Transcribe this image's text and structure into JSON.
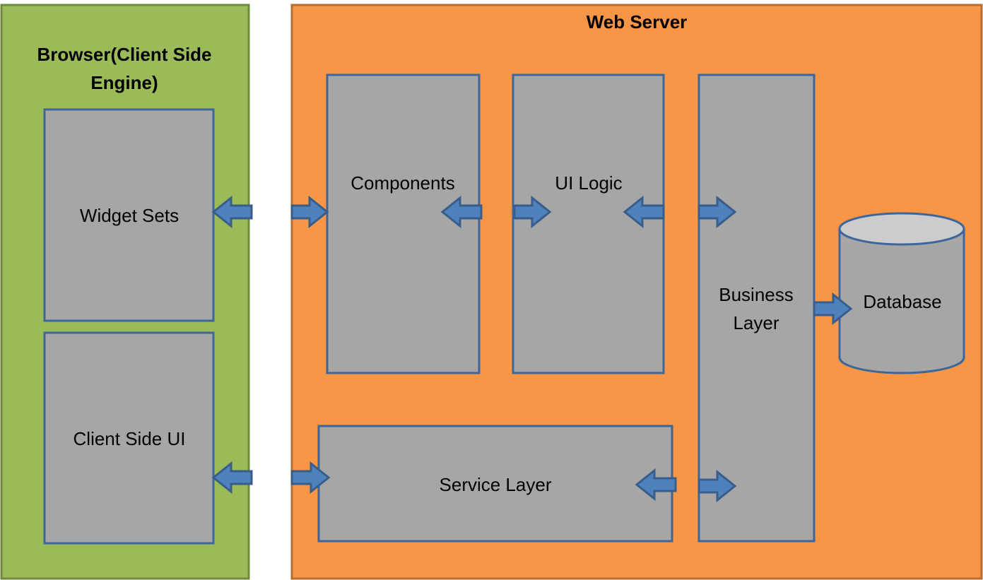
{
  "colors": {
    "browser_fill": "#9bbb59",
    "server_fill": "#f79646",
    "box_fill": "#a6a6a6",
    "box_stroke": "#3d669a",
    "arrow_fill": "#4f81bd",
    "db_top": "#cccccc"
  },
  "browser": {
    "title_line1": "Browser(Client Side",
    "title_line2": "Engine)"
  },
  "server": {
    "title": "Web Server"
  },
  "boxes": {
    "widget_sets": "Widget Sets",
    "client_side_ui": "Client Side UI",
    "components": "Components",
    "ui_logic": "UI Logic",
    "business_line1": "Business",
    "business_line2": "Layer",
    "service_layer": "Service Layer",
    "database": "Database"
  }
}
